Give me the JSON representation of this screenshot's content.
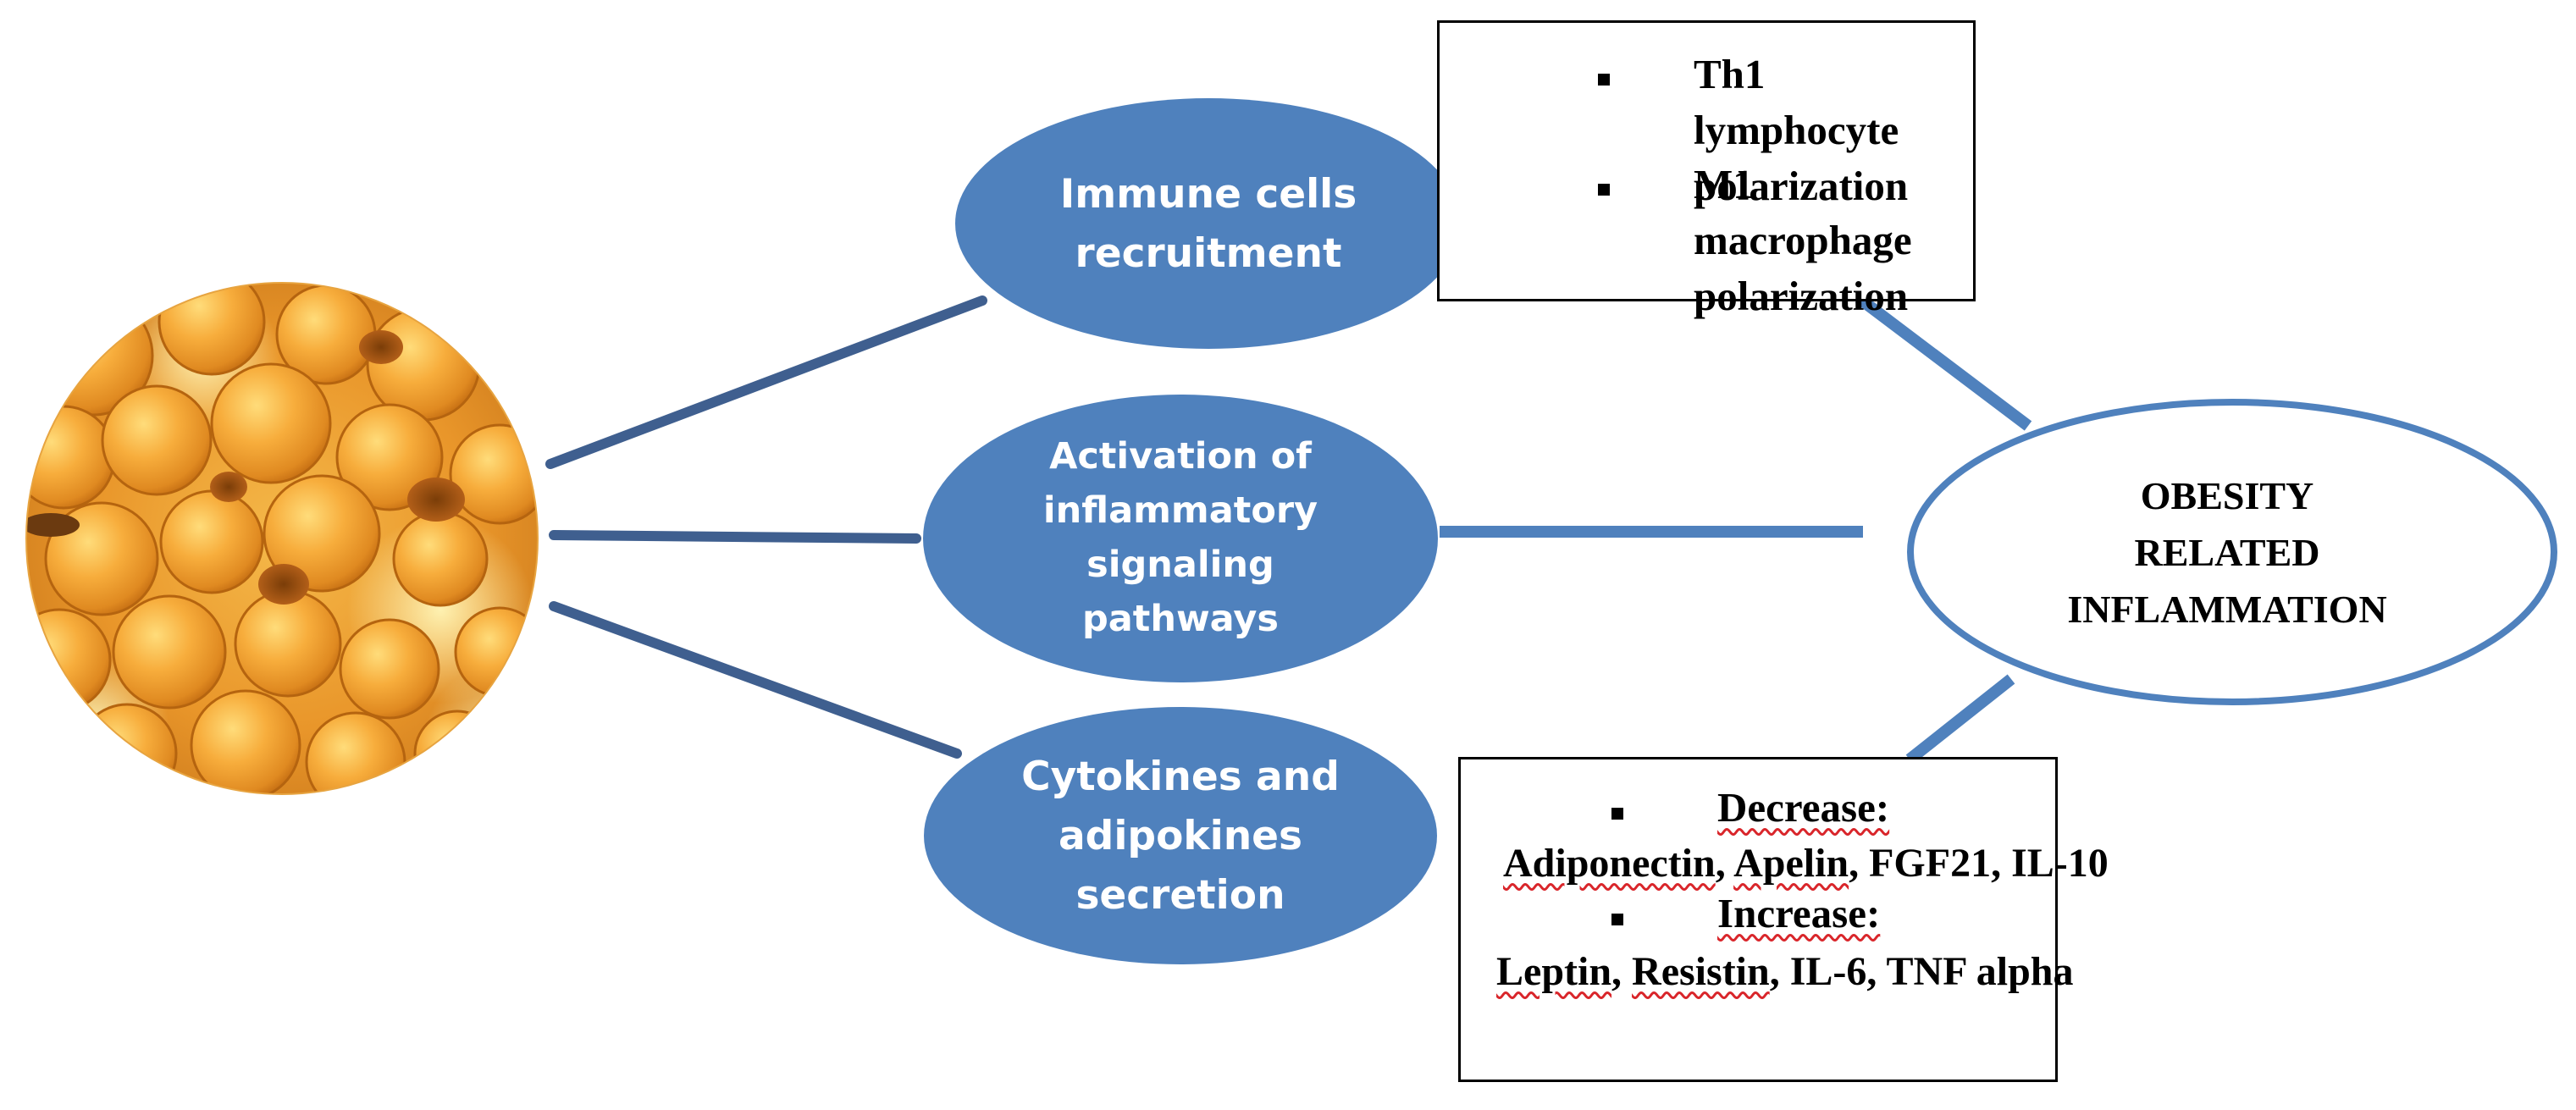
{
  "colors": {
    "node_fill": "#4f81bd",
    "connector": "#3f5f8f",
    "center_stroke": "#4f81bd",
    "spellcheck": "#d9262b"
  },
  "image": {
    "icon": "adipocyte-cells-image"
  },
  "nodes": {
    "immune": {
      "line1": "Immune cells",
      "line2": "recruitment"
    },
    "activation": {
      "line1": "Activation of",
      "line2": "inflammatory",
      "line3": "signaling",
      "line4": "pathways"
    },
    "cytokines": {
      "line1": "Cytokines and",
      "line2": "adipokines",
      "line3": "secretion"
    }
  },
  "center": {
    "line1": "OBESITY",
    "line2": "RELATED",
    "line3": "INFLAMMATION"
  },
  "top_box": {
    "item1_line1": "Th1 lymphocyte",
    "item1_line2": "polarization",
    "item2_line1": "M1 macrophage",
    "item2_line2": "polarization"
  },
  "bottom_box": {
    "decrease_label": "Decrease:",
    "decrease_items": {
      "a": "Adiponectin",
      "sep1": ", ",
      "b": "Apelin",
      "rest": ", FGF21, IL-10"
    },
    "increase_label": "Increase:",
    "increase_items": {
      "a": "Leptin",
      "sep1": ", ",
      "b": "Resistin",
      "rest": ", IL-6, TNF alpha"
    }
  }
}
